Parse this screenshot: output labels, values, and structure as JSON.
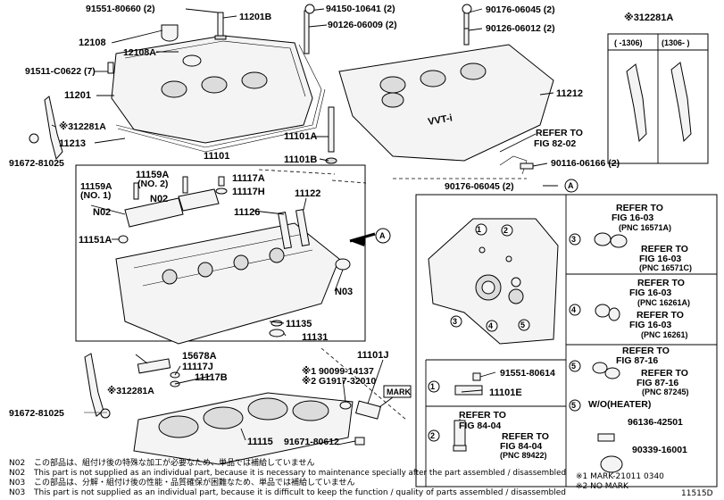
{
  "parts": {
    "p91551_80660": "91551-80660 (2)",
    "p11201B": "11201B",
    "p94150": "94150-10641 (2)",
    "p90126_06009": "90126-06009 (2)",
    "p90176_06045_top": "90176-06045 (2)",
    "p90126_06012": "90126-06012 (2)",
    "p12108": "12108",
    "p12108A": "12108A",
    "p91511": "91511-C0622 (7)",
    "p11201": "11201",
    "p312281A_left": "※312281A",
    "p11213": "11213",
    "p91672_top": "91672-81025",
    "p11101A": "11101A",
    "p11101B": "11101B",
    "p11101": "11101",
    "p11159A_1": "11159A",
    "p11159A_1_sub": "(NO. 1)",
    "p11159A_2": "11159A",
    "p11159A_2_sub": "(NO. 2)",
    "pN02": "N02",
    "pN02b": "N02",
    "p11117A": "11117A",
    "p11117H": "11117H",
    "p11122": "11122",
    "p11126": "11126",
    "p11151A": "11151A",
    "pN03": "N03",
    "p11135": "11135",
    "p11131": "11131",
    "p11212": "11212",
    "refer_to": "REFER TO",
    "fig_82_02": "FIG 82-02",
    "p90116": "90116-06166 (2)",
    "p90176_06045_mid": "90176-06045 (2)",
    "p312281A_right": "※312281A",
    "p15678A": "15678A",
    "p11117J": "11117J",
    "p11117B": "11117B",
    "p312281A_bottom": "※312281A",
    "p91672_bottom": "91672-81025",
    "p11115": "11115",
    "p11101J": "11101J",
    "p90099": "※1 90099-14137",
    "pG1917": "※2 G1917-32010",
    "mark": "MARK",
    "p91671": "91671-80612",
    "tbl_col1": "( -1306)",
    "tbl_col2": "(1306- )",
    "d91551_80614": "91551-80614",
    "d11101E": "11101E",
    "d_fig_84_04_a": "FIG 84-04",
    "d_fig_84_04_b": "FIG 84-04",
    "d_pnc_89422": "(PNC 89422)",
    "d_fig_16_03_a": "FIG 16-03",
    "d_pnc_16571A": "(PNC 16571A)",
    "d_fig_16_03_b": "FIG 16-03",
    "d_pnc_16571C": "(PNC 16571C)",
    "d_fig_16_03_c": "FIG 16-03",
    "d_pnc_16261A": "(PNC 16261A)",
    "d_fig_16_03_d": "FIG 16-03",
    "d_pnc_16261": "(PNC 16261)",
    "d_fig_87_16_a": "FIG 87-16",
    "d_fig_87_16_b": "FIG 87-16",
    "d_pnc_87245": "(PNC 87245)",
    "d_wo_heater": "W/O(HEATER)",
    "d96136": "96136-42501",
    "d90339": "90339-16001",
    "num1": "1",
    "num2": "2",
    "num3": "3",
    "num4": "4",
    "num5": "5",
    "circleA": "A",
    "vvt": "VVT-i"
  },
  "notes": {
    "n02_label": "N02",
    "n02_jp": "この部品は、組付け後の特殊な加工が必要なため、単品では補給していません",
    "n02_en": "This part is not supplied as an individual part, because it is necessary to maintenance specially after the part assembled / disassembled",
    "n03_label": "N03",
    "n03_jp": "この部品は、分解・組付け後の性能・品質確保が困難なため、単品では補給していません",
    "n03_en": "This part is not supplied as an individual part, because it is difficult to keep the function / quality of parts assembled / disassembled",
    "mark1": "※1 MARK-21011 0340",
    "mark2": "※2 NO MARK",
    "figure_id": "11515D"
  },
  "colors": {
    "line": "#000000",
    "background": "#ffffff"
  }
}
